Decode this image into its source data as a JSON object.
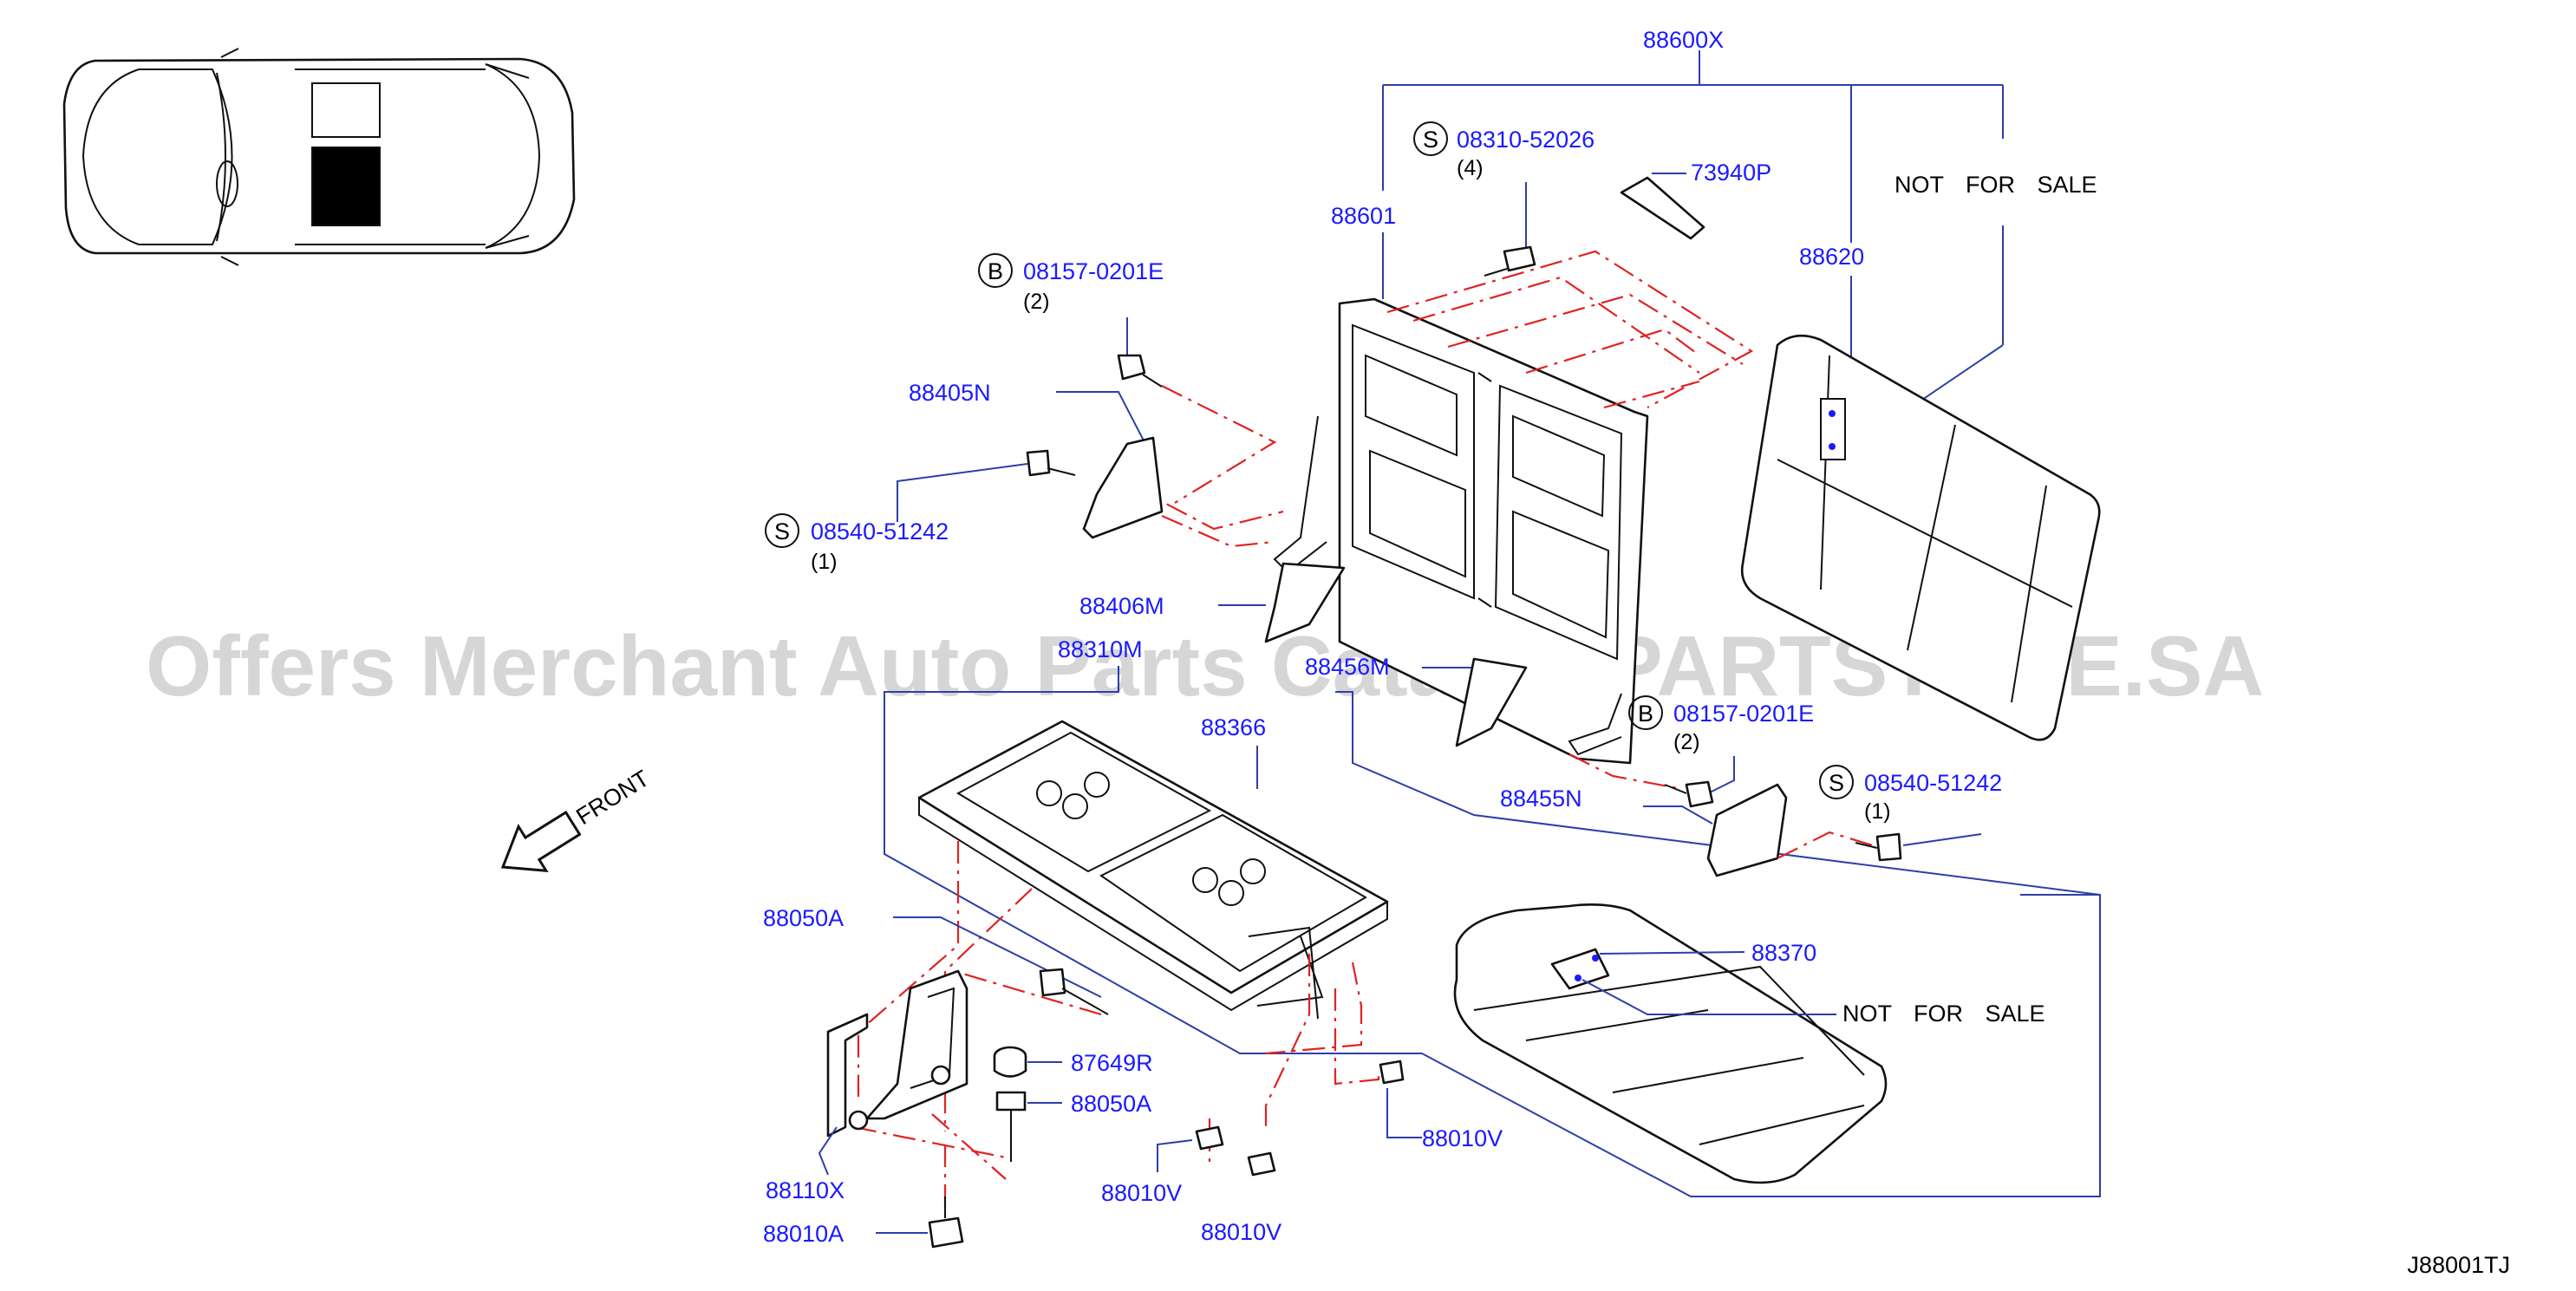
{
  "diagram_code": "J88001TJ",
  "watermark": "Offers Merchant Auto Parts Catalog PARTSTORE.SA",
  "front_label": "FRONT",
  "not_for_sale": "NOT FOR SALE",
  "parts": {
    "p88600X": "88600X",
    "p88601": "88601",
    "p88620": "88620",
    "p73940P": "73940P",
    "p08310_52026": "08310-52026",
    "p08157_0201E_top": "08157-0201E",
    "p88405N": "88405N",
    "p08540_51242_left": "08540-51242",
    "p88406M": "88406M",
    "p88310M": "88310M",
    "p88456M": "88456M",
    "p08157_0201E_right": "08157-0201E",
    "p88455N": "88455N",
    "p08540_51242_right": "08540-51242",
    "p88366": "88366",
    "p88370": "88370",
    "p88050A_a": "88050A",
    "p87649R": "87649R",
    "p88050A_b": "88050A",
    "p88110X": "88110X",
    "p88010V_a": "88010V",
    "p88010V_b": "88010V",
    "p88010V_c": "88010V",
    "p88010A": "88010A"
  },
  "symbols": {
    "s_top": "S",
    "b_top": "B",
    "s_left": "S",
    "b_right": "B",
    "s_right": "S"
  },
  "quantities": {
    "q4": "(4)",
    "q2_top": "(2)",
    "q1_left": "(1)",
    "q2_right": "(2)",
    "q1_right": "(1)"
  },
  "icons": {
    "vehicle": "vehicle-top-view-icon",
    "front_arrow": "front-arrow-icon"
  },
  "colors": {
    "part_number": "#1a1aff",
    "leader": "#2c3fa8",
    "dashed": "#e02222",
    "watermark": "#c8c8c8"
  }
}
